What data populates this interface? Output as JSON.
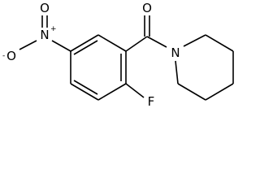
{
  "structure": {
    "atoms": {
      "carbonyl_oxygen": "O",
      "ring_nitrogen": "N",
      "fluorine": "F",
      "nitro_nitrogen": "N",
      "nitro_nitrogen_charge": "+",
      "nitro_oxygen_top": "O",
      "nitro_oxygen_left": "O",
      "nitro_oxygen_left_charge": "-"
    }
  }
}
